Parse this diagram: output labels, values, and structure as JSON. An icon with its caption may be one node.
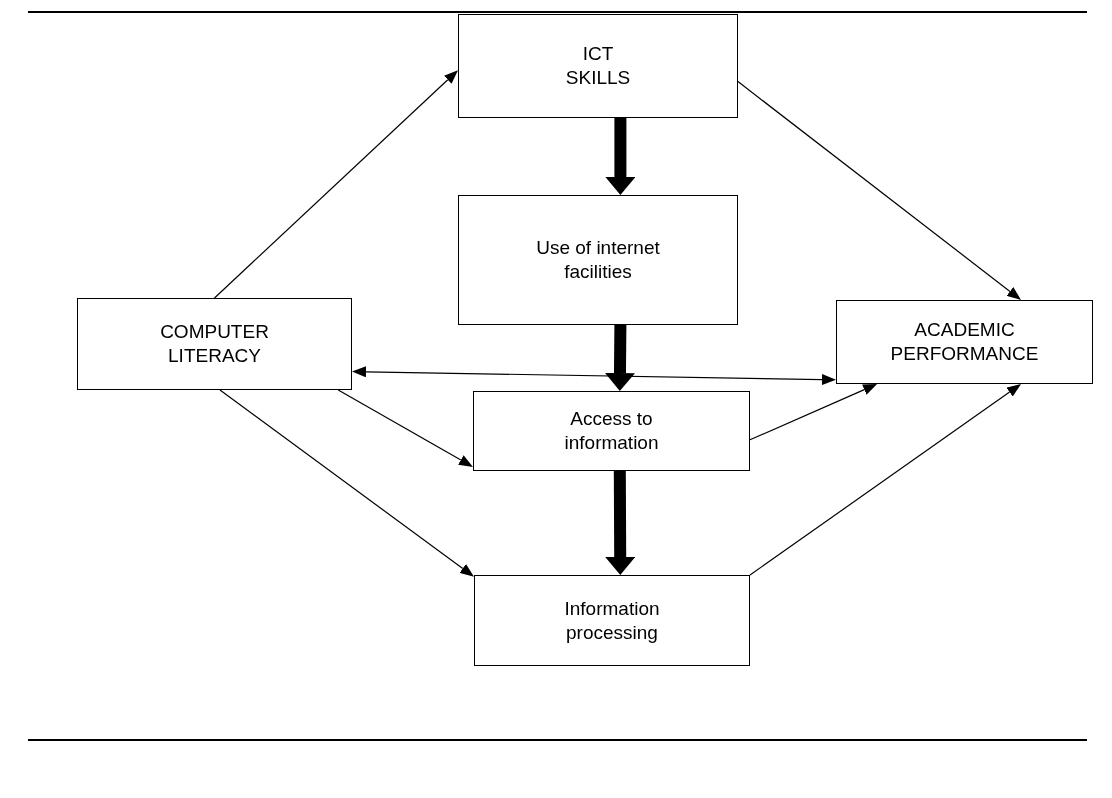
{
  "diagram": {
    "nodes": [
      {
        "text": [
          "ICT SKILLS"
        ]
      },
      {
        "text": [
          "Use of internet facilities"
        ]
      },
      {
        "text": [
          "COMPUTER LITERACY"
        ]
      },
      {
        "text": [
          "ACADEMIC PERFORMANCE"
        ]
      },
      {
        "text": [
          "Access to information"
        ]
      },
      {
        "text": [
          "Information processing"
        ]
      }
    ],
    "edges": [
      {
        "from": 2,
        "to": 0,
        "arrow": "to"
      },
      {
        "from": 0,
        "to": 3,
        "arrow": "to"
      },
      {
        "from": 0,
        "to": 1,
        "arrow": "to",
        "style": "thick"
      },
      {
        "from": 2,
        "to": 3,
        "arrow": "both"
      },
      {
        "from": 1,
        "to": 4,
        "arrow": "to",
        "style": "thick"
      },
      {
        "from": 2,
        "to": 4,
        "arrow": "to"
      },
      {
        "from": 4,
        "to": 3,
        "arrow": "to"
      },
      {
        "from": 4,
        "to": 5,
        "arrow": "to",
        "style": "thick"
      },
      {
        "from": 2,
        "to": 5,
        "arrow": "to"
      },
      {
        "from": 5,
        "to": 3,
        "arrow": "to"
      }
    ]
  }
}
